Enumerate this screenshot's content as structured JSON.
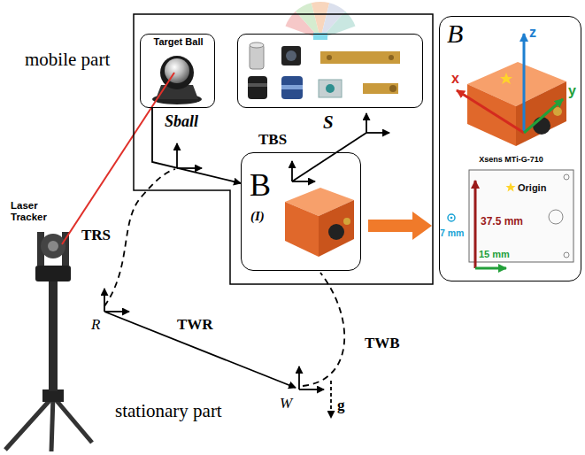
{
  "diagram": {
    "nodes": [
      {
        "text": [
          "mobile part"
        ]
      },
      {
        "text": [
          "Target Ball",
          "Sball"
        ],
        "in": 0
      },
      {
        "text": [
          "S"
        ],
        "in": 0
      },
      {
        "text": [
          "B",
          "(I)"
        ],
        "in": 0
      },
      {
        "text": [
          "B",
          "Xsens MTi-G-710"
        ]
      }
    ],
    "edges": [
      {
        "from": 1,
        "to": 3,
        "arrow": "to",
        "label": "TBS"
      },
      {
        "from": 3,
        "to": 4,
        "arrow": "to"
      }
    ],
    "labels": [
      "Laser Tracker",
      "TRS",
      "R",
      "TWR",
      "TWB",
      "W",
      "g",
      "stationary part",
      "x",
      "y",
      "z",
      "Origin",
      "7 mm",
      "37.5 mm",
      "15 mm"
    ]
  }
}
